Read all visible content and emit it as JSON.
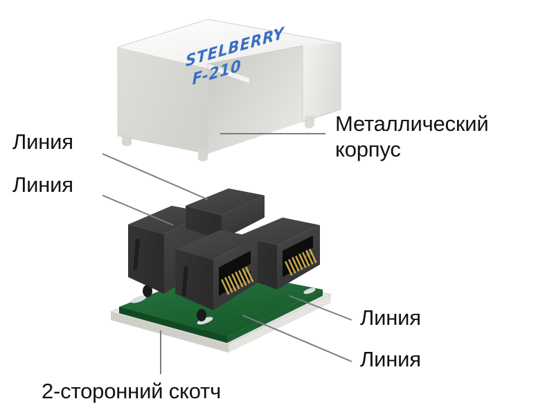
{
  "document": {
    "type": "exploded-product-diagram",
    "background_color": "#ffffff",
    "subject": "STELBERRY F-210 RJ45 splitter"
  },
  "product": {
    "brand": "STELBERRY",
    "model": "F-210",
    "logo_color": "#3a6fc4",
    "cover_color": "#e9e9e6",
    "pcb_color": "#1f6b35",
    "jack_color": "#3c3c3c",
    "contact_color": "#c9a94e",
    "tape_color": "#e2e2e0"
  },
  "callouts": [
    {
      "id": "line-1",
      "text": "Линия"
    },
    {
      "id": "line-2",
      "text": "Линия"
    },
    {
      "id": "metal-case",
      "text": "Металлический корпус"
    },
    {
      "id": "line-3",
      "text": "Линия"
    },
    {
      "id": "line-4",
      "text": "Линия"
    },
    {
      "id": "double-tape",
      "text": "2-сторонний скотч"
    }
  ],
  "icons": {
    "leader_line": "leader-line",
    "rj45_port": "rj45-port-icon"
  }
}
